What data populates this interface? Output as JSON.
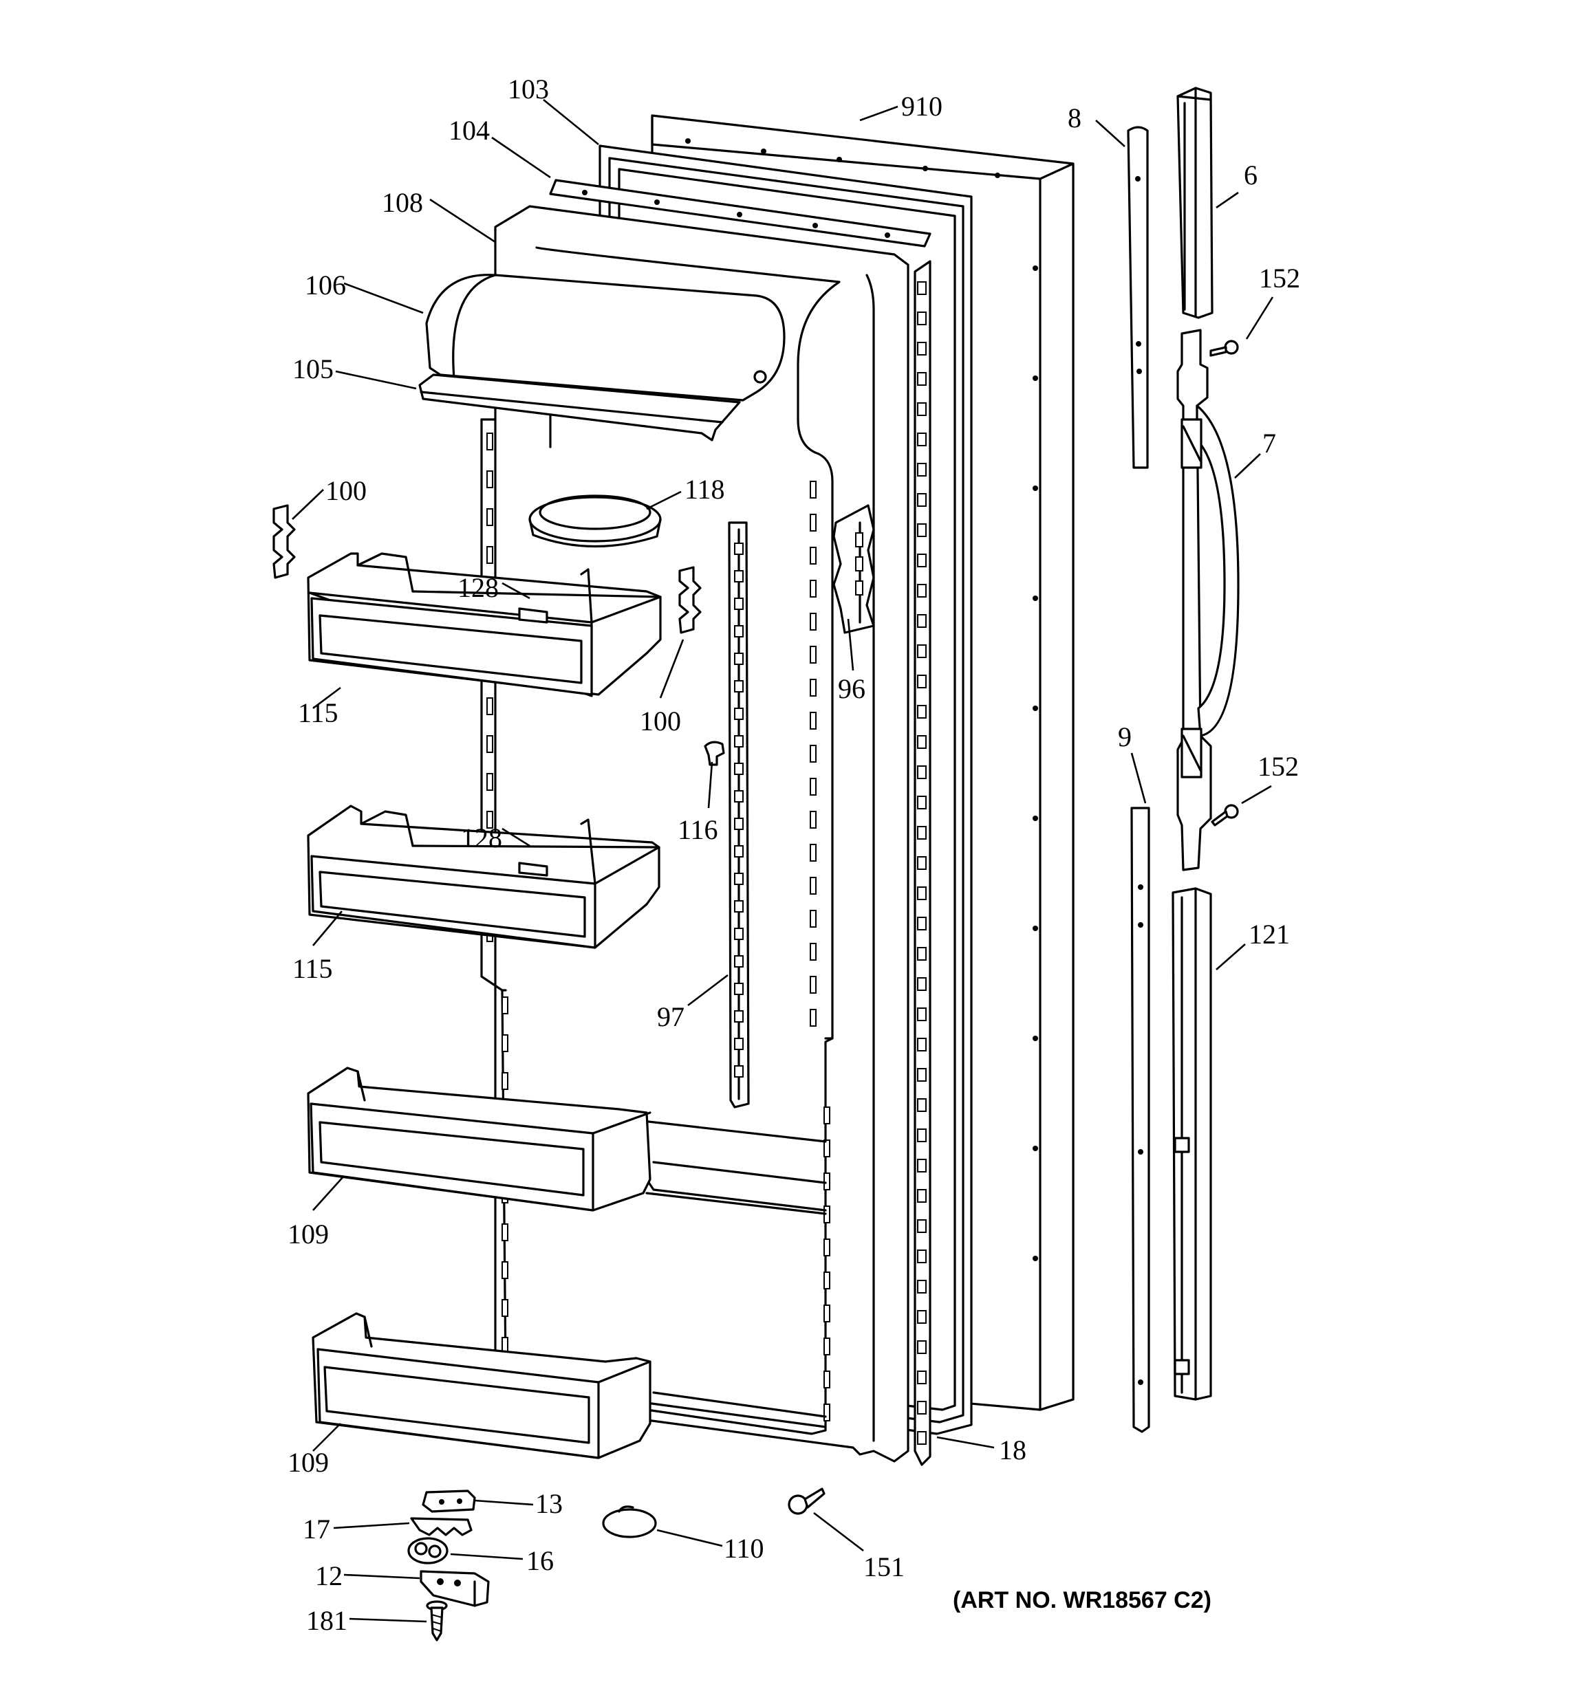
{
  "diagram": {
    "callouts": {
      "c103": "103",
      "c910": "910",
      "c104": "104",
      "c108": "108",
      "c106": "106",
      "c105": "105",
      "c100a": "100",
      "c118": "118",
      "c128a": "128",
      "c115a": "115",
      "c100b": "100",
      "c96": "96",
      "c116": "116",
      "c128b": "128",
      "c115b": "115",
      "c97": "97",
      "c109a": "109",
      "c109b": "109",
      "c13": "13",
      "c17": "17",
      "c16": "16",
      "c12": "12",
      "c181": "181",
      "c110": "110",
      "c151": "151",
      "c18": "18",
      "c8": "8",
      "c6": "6",
      "c152a": "152",
      "c7": "7",
      "c9": "9",
      "c152b": "152",
      "c121": "121"
    },
    "art_number": "(ART NO. WR18567 C2)"
  }
}
